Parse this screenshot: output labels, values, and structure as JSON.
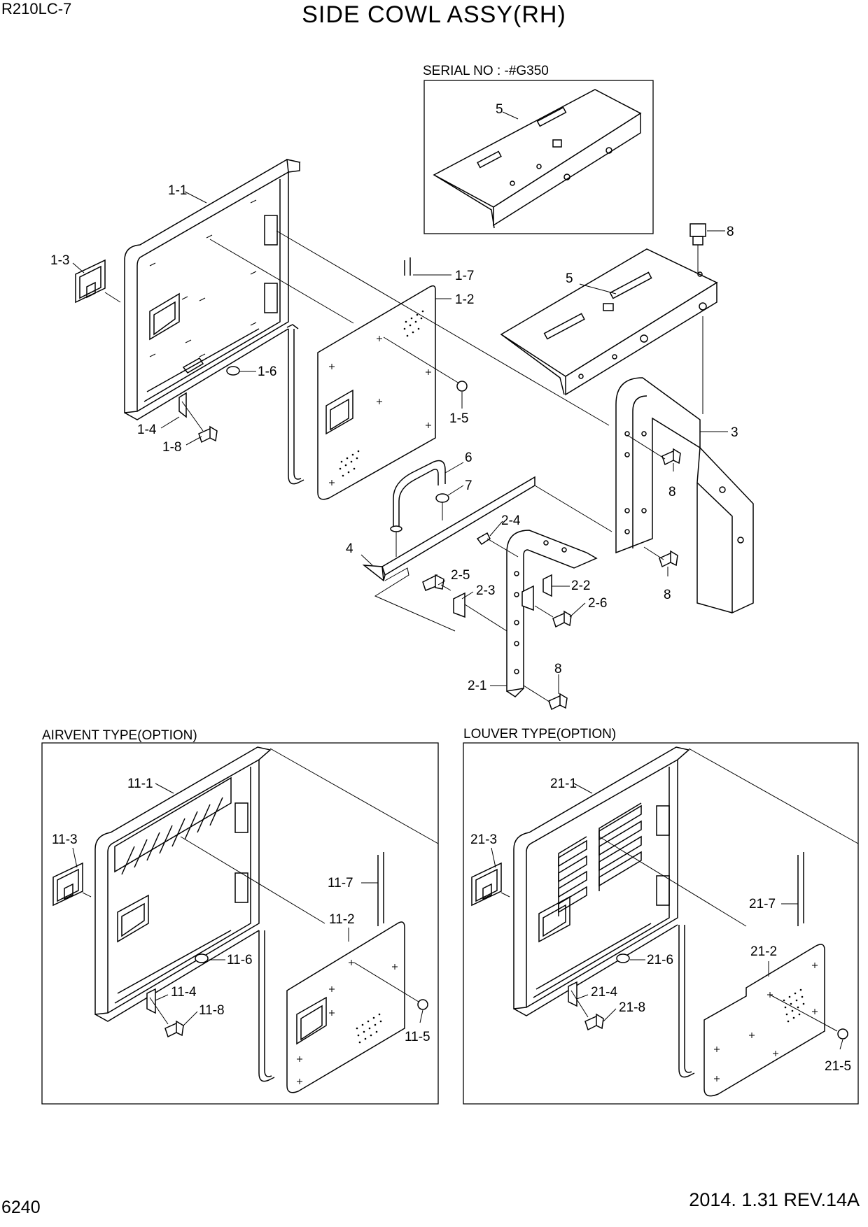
{
  "header": {
    "model": "R210LC-7",
    "title": "SIDE COWL ASSY(RH)"
  },
  "footer": {
    "page_number": "6240",
    "revision": "2014. 1.31  REV.14A"
  },
  "sections": {
    "serial_box": "SERIAL NO : -#G350",
    "airvent": "AIRVENT TYPE(OPTION)",
    "louver": "LOUVER TYPE(OPTION)"
  },
  "callouts": {
    "c5a": "5",
    "c1_1": "1-1",
    "c1_3": "1-3",
    "c1_7": "1-7",
    "c1_2": "1-2",
    "c5b": "5",
    "c8a": "8",
    "c1_6": "1-6",
    "c1_5": "1-5",
    "c1_4": "1-4",
    "c1_8": "1-8",
    "c3": "3",
    "c6": "6",
    "c7": "7",
    "c8b": "8",
    "c2_4": "2-4",
    "c4": "4",
    "c2_5": "2-5",
    "c2_3": "2-3",
    "c2_2": "2-2",
    "c2_6": "2-6",
    "c8c": "8",
    "c8d": "8",
    "c2_1": "2-1",
    "c11_1": "11-1",
    "c11_3": "11-3",
    "c11_7": "11-7",
    "c11_2": "11-2",
    "c11_6": "11-6",
    "c11_4": "11-4",
    "c11_8": "11-8",
    "c11_5": "11-5",
    "c21_1": "21-1",
    "c21_3": "21-3",
    "c21_7": "21-7",
    "c21_2": "21-2",
    "c21_6": "21-6",
    "c21_4": "21-4",
    "c21_8": "21-8",
    "c21_5": "21-5"
  }
}
